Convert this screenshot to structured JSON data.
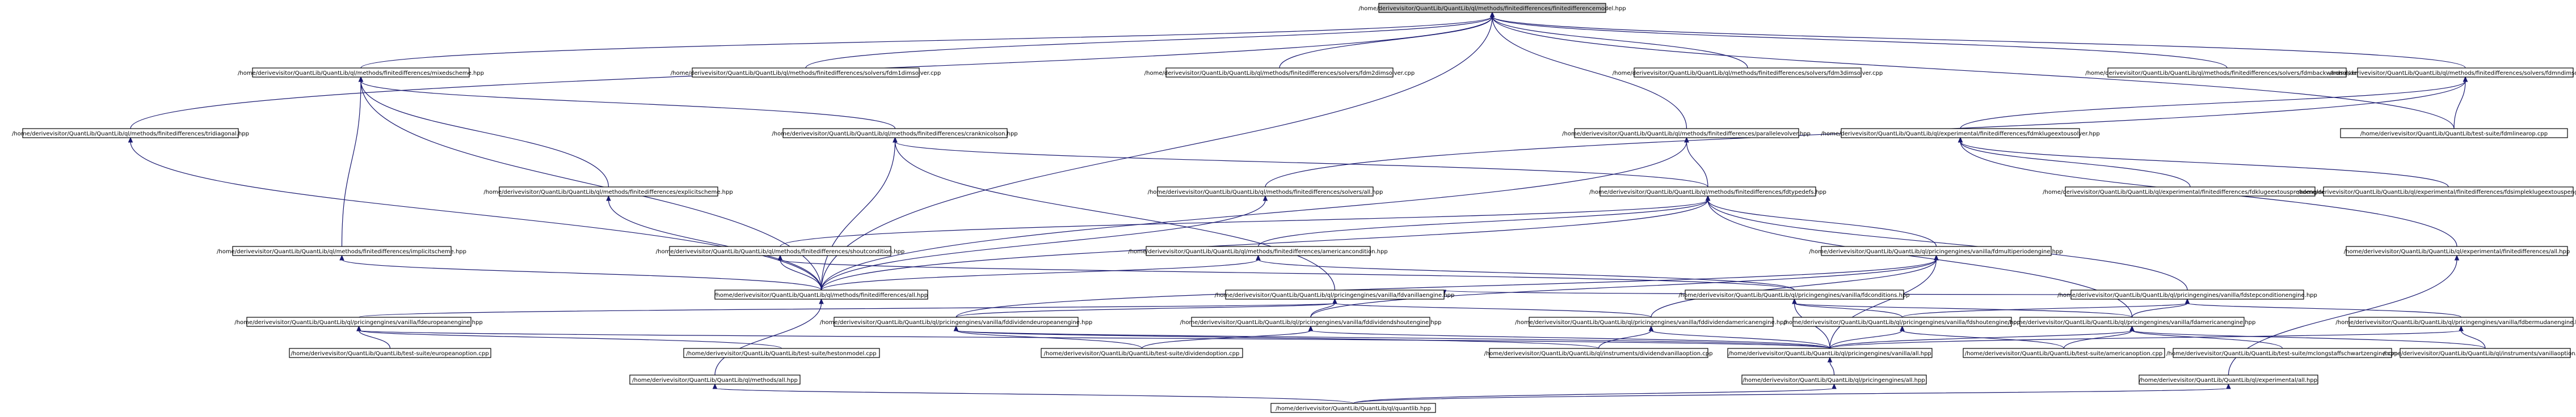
{
  "diagram": {
    "type": "include-dependency-graph",
    "edge_color": "#191970",
    "root_fill": "#bfbfbf",
    "node_fill": "#ffffff",
    "nodes": [
      {
        "id": "n0",
        "label": "/home/derivevisitor/QuantLib/QuantLib/ql/methods/finitedifferences/finitedifferencemodel.hpp",
        "root": true
      },
      {
        "id": "n1",
        "label": "/home/derivevisitor/QuantLib/QuantLib/ql/methods/finitedifferences/mixedscheme.hpp"
      },
      {
        "id": "n2",
        "label": "/home/derivevisitor/QuantLib/QuantLib/ql/methods/finitedifferences/solvers/fdm1dimsolver.cpp"
      },
      {
        "id": "n3",
        "label": "/home/derivevisitor/QuantLib/QuantLib/ql/methods/finitedifferences/solvers/fdm2dimsolver.cpp"
      },
      {
        "id": "n4",
        "label": "/home/derivevisitor/QuantLib/QuantLib/ql/methods/finitedifferences/solvers/fdm3dimsolver.cpp"
      },
      {
        "id": "n5",
        "label": "/home/derivevisitor/QuantLib/QuantLib/ql/methods/finitedifferences/solvers/fdmbackwardsolver.cpp"
      },
      {
        "id": "n6",
        "label": "/home/derivevisitor/QuantLib/QuantLib/ql/methods/finitedifferences/solvers/fdmndimsolver.hpp"
      },
      {
        "id": "n7",
        "label": "/home/derivevisitor/QuantLib/QuantLib/ql/methods/finitedifferences/tridiagonal.hpp"
      },
      {
        "id": "n8",
        "label": "/home/derivevisitor/QuantLib/QuantLib/ql/methods/finitedifferences/cranknicolson.hpp"
      },
      {
        "id": "n9",
        "label": "/home/derivevisitor/QuantLib/QuantLib/ql/methods/finitedifferences/parallelevolver.hpp"
      },
      {
        "id": "n10",
        "label": "/home/derivevisitor/QuantLib/QuantLib/ql/experimental/finitedifferences/fdmklugeextousolver.hpp"
      },
      {
        "id": "n11",
        "label": "/home/derivevisitor/QuantLib/QuantLib/test-suite/fdmlinearop.cpp"
      },
      {
        "id": "n12",
        "label": "/home/derivevisitor/QuantLib/QuantLib/ql/methods/finitedifferences/explicitscheme.hpp"
      },
      {
        "id": "n13",
        "label": "/home/derivevisitor/QuantLib/QuantLib/ql/methods/finitedifferences/solvers/all.hpp"
      },
      {
        "id": "n14",
        "label": "/home/derivevisitor/QuantLib/QuantLib/ql/methods/finitedifferences/fdtypedefs.hpp"
      },
      {
        "id": "n15",
        "label": "/home/derivevisitor/QuantLib/QuantLib/ql/experimental/finitedifferences/fdklugeextouspreadengine.cpp"
      },
      {
        "id": "n16",
        "label": "/home/derivevisitor/QuantLib/QuantLib/ql/experimental/finitedifferences/fdsimpleklugeextouspengine.cpp"
      },
      {
        "id": "n17",
        "label": "/home/derivevisitor/QuantLib/QuantLib/ql/methods/finitedifferences/implicitscheme.hpp"
      },
      {
        "id": "n18",
        "label": "/home/derivevisitor/QuantLib/QuantLib/ql/methods/finitedifferences/shoutcondition.hpp"
      },
      {
        "id": "n19",
        "label": "/home/derivevisitor/QuantLib/QuantLib/ql/methods/finitedifferences/americancondition.hpp"
      },
      {
        "id": "n20",
        "label": "/home/derivevisitor/QuantLib/QuantLib/ql/pricingengines/vanilla/fdmultiperiodengine.hpp"
      },
      {
        "id": "n21",
        "label": "/home/derivevisitor/QuantLib/QuantLib/ql/experimental/finitedifferences/all.hpp"
      },
      {
        "id": "n22",
        "label": "/home/derivevisitor/QuantLib/QuantLib/ql/methods/finitedifferences/all.hpp"
      },
      {
        "id": "n23",
        "label": "/home/derivevisitor/QuantLib/QuantLib/ql/pricingengines/vanilla/fdvanillaengine.hpp"
      },
      {
        "id": "n24",
        "label": "/home/derivevisitor/QuantLib/QuantLib/ql/pricingengines/vanilla/fdconditions.hpp"
      },
      {
        "id": "n25",
        "label": "/home/derivevisitor/QuantLib/QuantLib/ql/pricingengines/vanilla/fdstepconditionengine.hpp"
      },
      {
        "id": "n26",
        "label": "/home/derivevisitor/QuantLib/QuantLib/ql/pricingengines/vanilla/fdeuropeanengine.hpp"
      },
      {
        "id": "n27",
        "label": "/home/derivevisitor/QuantLib/QuantLib/ql/pricingengines/vanilla/fddividendeuropeanengine.hpp"
      },
      {
        "id": "n28",
        "label": "/home/derivevisitor/QuantLib/QuantLib/ql/pricingengines/vanilla/fddividendshoutengine.hpp"
      },
      {
        "id": "n29",
        "label": "/home/derivevisitor/QuantLib/QuantLib/ql/pricingengines/vanilla/fddividendamericanengine.hpp"
      },
      {
        "id": "n30",
        "label": "/home/derivevisitor/QuantLib/QuantLib/ql/pricingengines/vanilla/fdshoutengine.hpp"
      },
      {
        "id": "n31",
        "label": "/home/derivevisitor/QuantLib/QuantLib/ql/pricingengines/vanilla/fdamericanengine.hpp"
      },
      {
        "id": "n32",
        "label": "/home/derivevisitor/QuantLib/QuantLib/ql/pricingengines/vanilla/fdbermudanengine.hpp"
      },
      {
        "id": "n33",
        "label": "/home/derivevisitor/QuantLib/QuantLib/test-suite/europeanoption.cpp"
      },
      {
        "id": "n34",
        "label": "/home/derivevisitor/QuantLib/QuantLib/test-suite/hestonmodel.cpp"
      },
      {
        "id": "n35",
        "label": "/home/derivevisitor/QuantLib/QuantLib/test-suite/dividendoption.cpp"
      },
      {
        "id": "n36",
        "label": "/home/derivevisitor/QuantLib/QuantLib/ql/instruments/dividendvanillaoption.cpp"
      },
      {
        "id": "n37",
        "label": "/home/derivevisitor/QuantLib/QuantLib/ql/pricingengines/vanilla/all.hpp"
      },
      {
        "id": "n38",
        "label": "/home/derivevisitor/QuantLib/QuantLib/test-suite/americanoption.cpp"
      },
      {
        "id": "n39",
        "label": "/home/derivevisitor/QuantLib/QuantLib/test-suite/mclongstaffschwartzengine.cpp"
      },
      {
        "id": "n40",
        "label": "/home/derivevisitor/QuantLib/QuantLib/ql/instruments/vanillaoption.cpp"
      },
      {
        "id": "n41",
        "label": "/home/derivevisitor/QuantLib/QuantLib/ql/methods/all.hpp"
      },
      {
        "id": "n42",
        "label": "/home/derivevisitor/QuantLib/QuantLib/ql/pricingengines/all.hpp"
      },
      {
        "id": "n43",
        "label": "/home/derivevisitor/QuantLib/QuantLib/ql/experimental/all.hpp"
      },
      {
        "id": "n44",
        "label": "/home/derivevisitor/QuantLib/QuantLib/ql/quantlib.hpp"
      }
    ],
    "edges": [
      [
        "n1",
        "n0"
      ],
      [
        "n2",
        "n0"
      ],
      [
        "n3",
        "n0"
      ],
      [
        "n4",
        "n0"
      ],
      [
        "n5",
        "n0"
      ],
      [
        "n6",
        "n0"
      ],
      [
        "n7",
        "n0"
      ],
      [
        "n9",
        "n0"
      ],
      [
        "n11",
        "n0"
      ],
      [
        "n22",
        "n0"
      ],
      [
        "n8",
        "n1"
      ],
      [
        "n12",
        "n1"
      ],
      [
        "n17",
        "n1"
      ],
      [
        "n22",
        "n1"
      ],
      [
        "n10",
        "n6"
      ],
      [
        "n11",
        "n6"
      ],
      [
        "n13",
        "n6"
      ],
      [
        "n22",
        "n7"
      ],
      [
        "n14",
        "n8"
      ],
      [
        "n22",
        "n8"
      ],
      [
        "n23",
        "n8"
      ],
      [
        "n14",
        "n9"
      ],
      [
        "n22",
        "n9"
      ],
      [
        "n15",
        "n10"
      ],
      [
        "n16",
        "n10"
      ],
      [
        "n21",
        "n10"
      ],
      [
        "n22",
        "n12"
      ],
      [
        "n22",
        "n13"
      ],
      [
        "n18",
        "n14"
      ],
      [
        "n19",
        "n14"
      ],
      [
        "n22",
        "n14"
      ],
      [
        "n20",
        "n14"
      ],
      [
        "n25",
        "n14"
      ],
      [
        "n31",
        "n14"
      ],
      [
        "n22",
        "n17"
      ],
      [
        "n22",
        "n18"
      ],
      [
        "n24",
        "n18"
      ],
      [
        "n22",
        "n19"
      ],
      [
        "n24",
        "n19"
      ],
      [
        "n27",
        "n20"
      ],
      [
        "n28",
        "n20"
      ],
      [
        "n29",
        "n20"
      ],
      [
        "n37",
        "n20"
      ],
      [
        "n43",
        "n21"
      ],
      [
        "n41",
        "n22"
      ],
      [
        "n26",
        "n23"
      ],
      [
        "n27",
        "n23"
      ],
      [
        "n28",
        "n23"
      ],
      [
        "n29",
        "n23"
      ],
      [
        "n25",
        "n23"
      ],
      [
        "n30",
        "n24"
      ],
      [
        "n31",
        "n24"
      ],
      [
        "n37",
        "n24"
      ],
      [
        "n30",
        "n25"
      ],
      [
        "n31",
        "n25"
      ],
      [
        "n32",
        "n25"
      ],
      [
        "n33",
        "n26"
      ],
      [
        "n34",
        "n26"
      ],
      [
        "n37",
        "n26"
      ],
      [
        "n35",
        "n27"
      ],
      [
        "n36",
        "n27"
      ],
      [
        "n37",
        "n27"
      ],
      [
        "n35",
        "n28"
      ],
      [
        "n37",
        "n28"
      ],
      [
        "n36",
        "n29"
      ],
      [
        "n37",
        "n29"
      ],
      [
        "n38",
        "n30"
      ],
      [
        "n37",
        "n30"
      ],
      [
        "n38",
        "n31"
      ],
      [
        "n39",
        "n31"
      ],
      [
        "n40",
        "n31"
      ],
      [
        "n37",
        "n31"
      ],
      [
        "n37",
        "n32"
      ],
      [
        "n40",
        "n32"
      ],
      [
        "n42",
        "n37"
      ],
      [
        "n44",
        "n41"
      ],
      [
        "n44",
        "n42"
      ],
      [
        "n44",
        "n43"
      ]
    ]
  }
}
